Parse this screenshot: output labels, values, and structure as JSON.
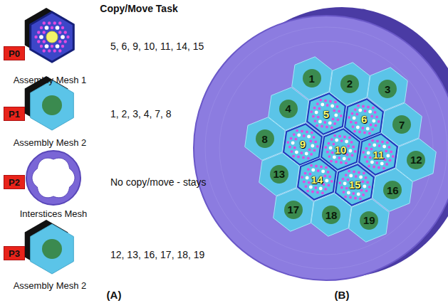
{
  "diagram": {
    "nodes": [
      {
        "text": [
          "P0"
        ]
      },
      {
        "text": [
          "P1"
        ]
      },
      {
        "text": [
          "P2"
        ]
      },
      {
        "text": [
          "P3"
        ]
      },
      {
        "text": [
          "1"
        ]
      },
      {
        "text": [
          "2"
        ]
      },
      {
        "text": [
          "3"
        ]
      },
      {
        "text": [
          "4"
        ]
      },
      {
        "text": [
          "5"
        ]
      },
      {
        "text": [
          "6"
        ]
      },
      {
        "text": [
          "7"
        ]
      },
      {
        "text": [
          "8"
        ]
      },
      {
        "text": [
          "9"
        ]
      },
      {
        "text": [
          "10"
        ]
      },
      {
        "text": [
          "11"
        ]
      },
      {
        "text": [
          "12"
        ]
      },
      {
        "text": [
          "13"
        ]
      },
      {
        "text": [
          "14"
        ]
      },
      {
        "text": [
          "15"
        ]
      },
      {
        "text": [
          "16"
        ]
      },
      {
        "text": [
          "17"
        ]
      },
      {
        "text": [
          "18"
        ]
      },
      {
        "text": [
          "19"
        ]
      }
    ],
    "labels": [
      "Copy/Move Task",
      "5, 6, 9, 10, 11, 14, 15",
      "Assembly Mesh 1",
      "1, 2, 3, 4, 7, 8",
      "Assembly Mesh 2",
      "No copy/move - stays",
      "Interstices Mesh",
      "12, 13, 16, 17, 18, 19",
      "Assembly Mesh 2",
      "(A)",
      "(B)"
    ]
  }
}
